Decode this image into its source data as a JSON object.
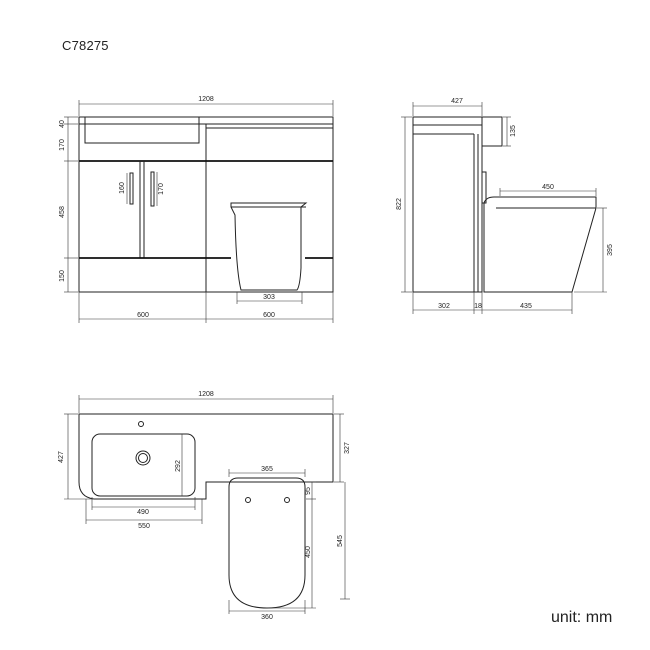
{
  "header": {
    "product_code": "C78275"
  },
  "footer": {
    "unit_label": "unit: mm"
  },
  "front_view": {
    "overall_width": "1208",
    "basin_section_width": "600",
    "toilet_section_width": "600",
    "top_height": "40",
    "worktop_height": "170",
    "door_height": "458",
    "plinth_height": "150",
    "handle_left": "160",
    "handle_right": "170",
    "pan_base_width": "303"
  },
  "side_view": {
    "overall_depth": "427",
    "cistern_cap_height": "135",
    "overall_height": "822",
    "seat_length": "450",
    "pan_height": "395",
    "cabinet_depth": "302",
    "gap": "18",
    "pan_projection": "435"
  },
  "plan_view": {
    "overall_width": "1208",
    "depth": "427",
    "worktop_depth": "327",
    "basin_depth": "292",
    "basin_inner_width": "490",
    "basin_outer_width": "550",
    "pan_top_width": "365",
    "pan_offset": "95",
    "pan_length": "450",
    "total_projection": "545",
    "pan_bottom_width": "360"
  }
}
